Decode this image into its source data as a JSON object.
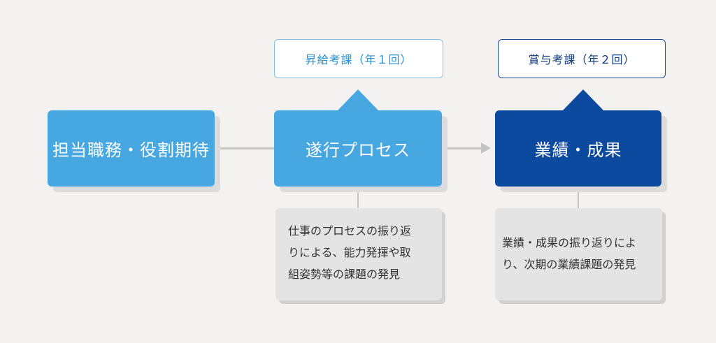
{
  "nodes": {
    "role": "担当職務・役割期待",
    "process": "遂行プロセス",
    "results": "業績・成果"
  },
  "captions": {
    "promotion": "昇給考課（年１回）",
    "bonus": "賞与考課（年２回）"
  },
  "notes": {
    "process_lines": [
      "仕事のプロセスの振り返",
      "りによる、能力発揮や取",
      "組姿勢等の課題の発見"
    ],
    "results_lines": [
      "業績・成果の振り返りによ",
      "り、次期の業績課題の発見"
    ]
  },
  "colors": {
    "light_box": "#47a8e1",
    "dark_box": "#0c4aa0",
    "connector": "#c4c4c4",
    "background": "#f3f2f1"
  }
}
